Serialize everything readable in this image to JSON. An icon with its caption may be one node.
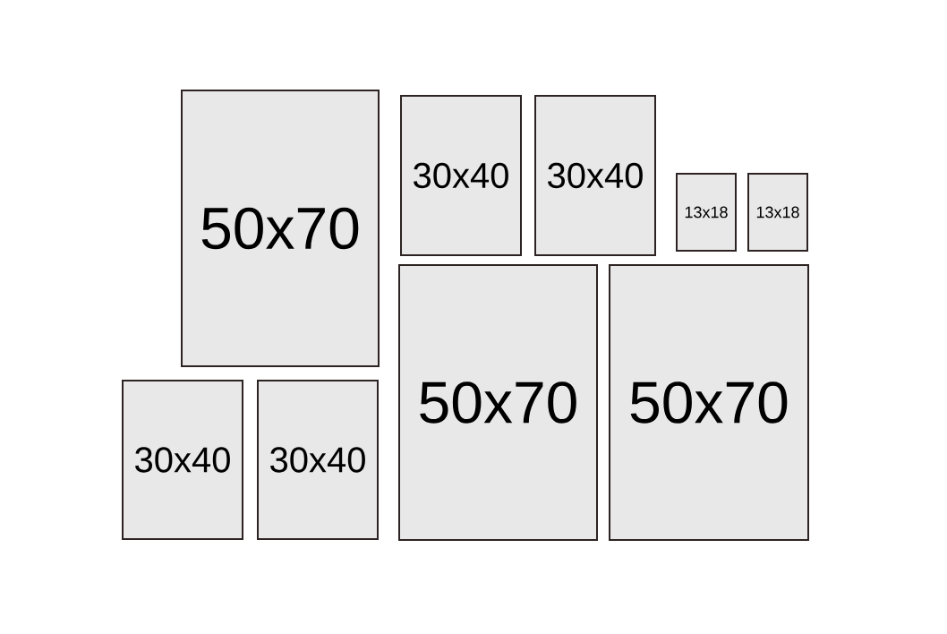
{
  "diagram": {
    "nodes": [
      {
        "text": [
          "50x70"
        ]
      },
      {
        "text": [
          "30x40"
        ]
      },
      {
        "text": [
          "30x40"
        ]
      },
      {
        "text": [
          "13x18"
        ]
      },
      {
        "text": [
          "13x18"
        ]
      },
      {
        "text": [
          "30x40"
        ]
      },
      {
        "text": [
          "30x40"
        ]
      },
      {
        "text": [
          "50x70"
        ]
      },
      {
        "text": [
          "50x70"
        ]
      }
    ]
  }
}
